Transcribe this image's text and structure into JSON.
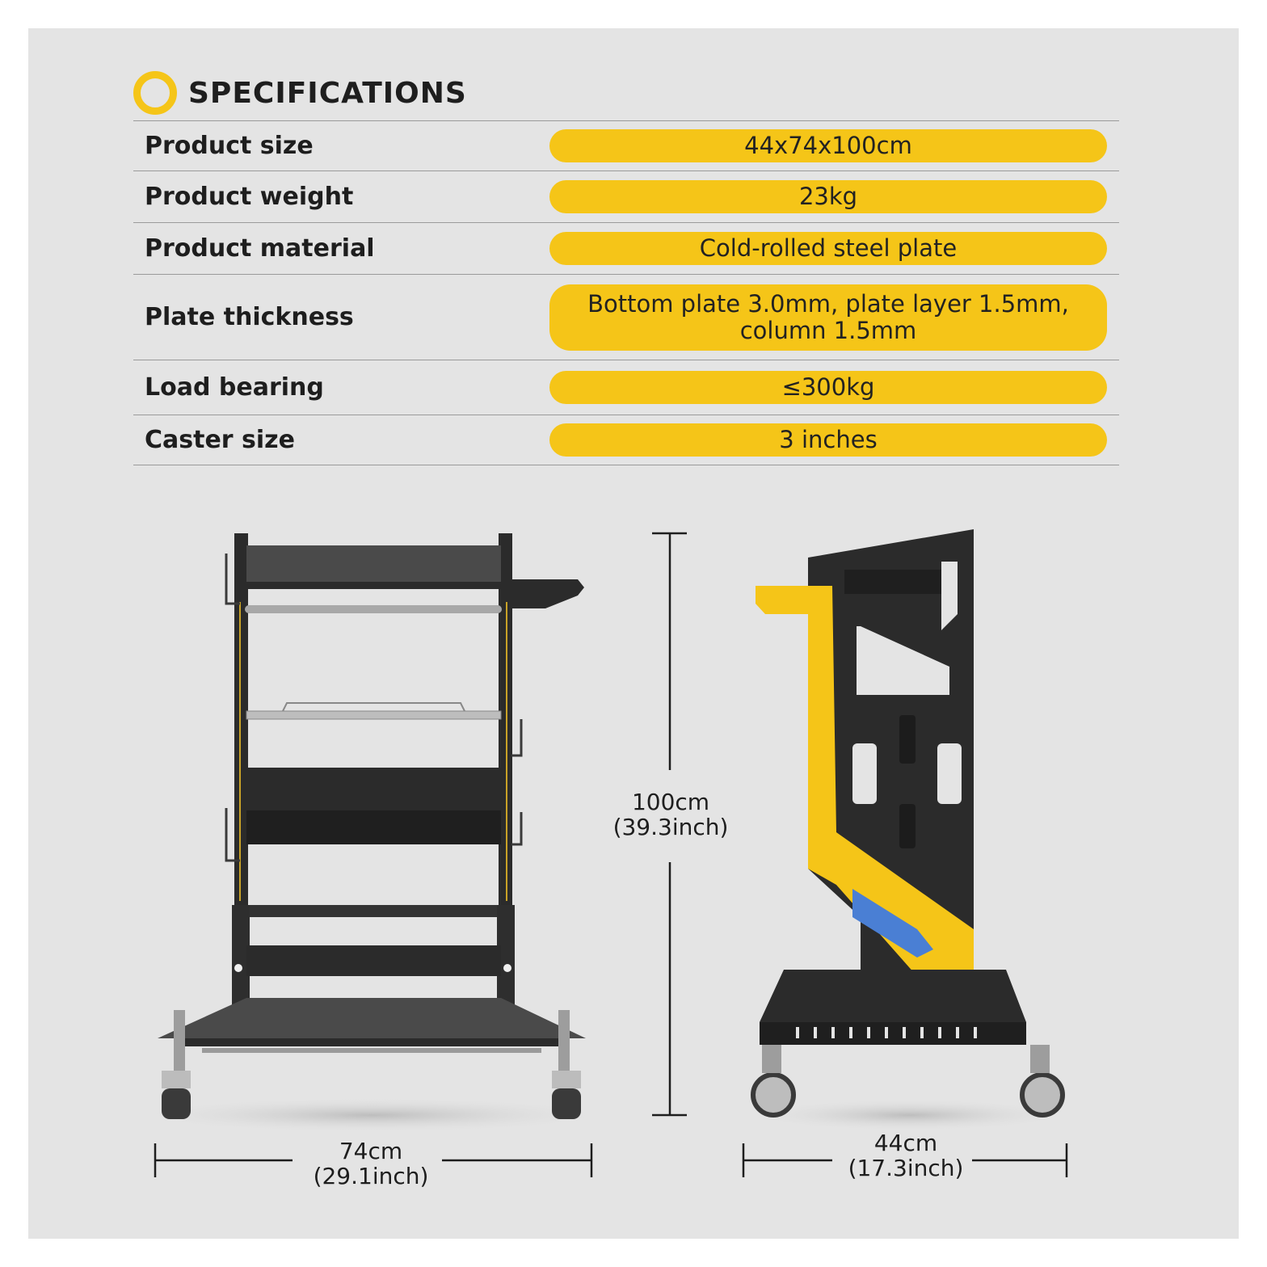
{
  "heading": {
    "title": "SPECIFICATIONS"
  },
  "specs": [
    {
      "label": "Product size",
      "value": "44x74x100cm"
    },
    {
      "label": "Product weight",
      "value": "23kg"
    },
    {
      "label": "Product material",
      "value": "Cold-rolled steel plate"
    },
    {
      "label": "Plate thickness",
      "value": "Bottom plate 3.0mm, plate layer 1.5mm, column 1.5mm"
    },
    {
      "label": "Load bearing",
      "value": "≤300kg"
    },
    {
      "label": "Caster size",
      "value": "3 inches"
    }
  ],
  "dimensions": {
    "height": {
      "metric": "100cm",
      "imperial": "(39.3inch)"
    },
    "width": {
      "metric": "74cm",
      "imperial": "(29.1inch)"
    },
    "depth": {
      "metric": "44cm",
      "imperial": "(17.3inch)"
    }
  },
  "colors": {
    "accent": "#f5c518",
    "frame": "#2b2b2b",
    "background": "#e4e4e4",
    "label": "#4a7fd4"
  }
}
